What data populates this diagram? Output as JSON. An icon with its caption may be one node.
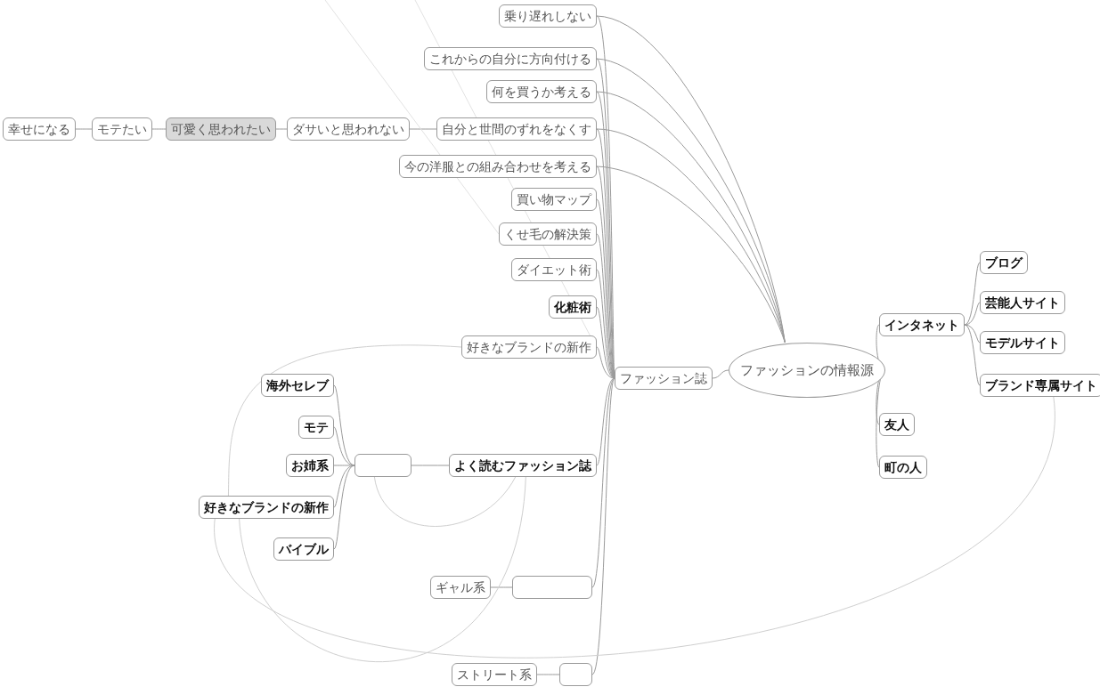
{
  "diagram": {
    "nodes": [
      {
        "text": [
          "ファッションの情報源"
        ]
      },
      {
        "text": [
          "ファッション誌"
        ]
      },
      {
        "text": [
          "乗り遅れしない"
        ]
      },
      {
        "text": [
          "これからの自分に方向付ける"
        ]
      },
      {
        "text": [
          "何を買うか考える"
        ]
      },
      {
        "text": [
          "自分と世間のずれをなくす"
        ]
      },
      {
        "text": [
          "今の洋服との組み合わせを考える"
        ]
      },
      {
        "text": [
          "買い物マップ"
        ]
      },
      {
        "text": [
          "くせ毛の解決策"
        ]
      },
      {
        "text": [
          "ダイエット術"
        ]
      },
      {
        "text": [
          "化粧術"
        ]
      },
      {
        "text": [
          "好きなブランドの新作"
        ]
      },
      {
        "text": [
          "よく読むファッション誌"
        ]
      },
      {
        "text": [],
        "shape": "box"
      },
      {
        "text": [
          "海外セレブ"
        ]
      },
      {
        "text": [
          "モテ"
        ]
      },
      {
        "text": [
          "お姉系"
        ]
      },
      {
        "text": [
          "好きなブランドの新作"
        ]
      },
      {
        "text": [
          "バイブル"
        ]
      },
      {
        "text": [],
        "shape": "box"
      },
      {
        "text": [
          "ギャル系"
        ]
      },
      {
        "text": [],
        "shape": "box"
      },
      {
        "text": [
          "ストリート系"
        ]
      },
      {
        "text": [
          "ダサいと思われない"
        ]
      },
      {
        "text": [
          "可愛く思われたい"
        ]
      },
      {
        "text": [
          "モテたい"
        ]
      },
      {
        "text": [
          "幸せになる"
        ]
      },
      {
        "text": [
          "インタネット"
        ]
      },
      {
        "text": [
          "ブログ"
        ]
      },
      {
        "text": [
          "芸能人サイト"
        ]
      },
      {
        "text": [
          "モデルサイト"
        ]
      },
      {
        "text": [
          "ブランド専属サイト"
        ]
      },
      {
        "text": [
          "友人"
        ]
      },
      {
        "text": [
          "町の人"
        ]
      }
    ],
    "edges": [
      {
        "from": 0,
        "to": 1,
        "arrow": "none"
      },
      {
        "from": 0,
        "to": 27,
        "arrow": "none"
      },
      {
        "from": 0,
        "to": 32,
        "arrow": "none"
      },
      {
        "from": 0,
        "to": 33,
        "arrow": "none"
      },
      {
        "from": 27,
        "to": 28,
        "arrow": "none"
      },
      {
        "from": 27,
        "to": 29,
        "arrow": "none"
      },
      {
        "from": 27,
        "to": 30,
        "arrow": "none"
      },
      {
        "from": 27,
        "to": 31,
        "arrow": "none"
      },
      {
        "from": 1,
        "to": 2,
        "arrow": "none"
      },
      {
        "from": 1,
        "to": 3,
        "arrow": "none"
      },
      {
        "from": 1,
        "to": 4,
        "arrow": "none"
      },
      {
        "from": 1,
        "to": 5,
        "arrow": "none"
      },
      {
        "from": 1,
        "to": 6,
        "arrow": "none"
      },
      {
        "from": 1,
        "to": 7,
        "arrow": "none"
      },
      {
        "from": 1,
        "to": 8,
        "arrow": "none"
      },
      {
        "from": 1,
        "to": 9,
        "arrow": "none"
      },
      {
        "from": 1,
        "to": 10,
        "arrow": "none"
      },
      {
        "from": 1,
        "to": 11,
        "arrow": "none"
      },
      {
        "from": 1,
        "to": 12,
        "arrow": "none"
      },
      {
        "from": 1,
        "to": 19,
        "arrow": "none"
      },
      {
        "from": 1,
        "to": 21,
        "arrow": "none"
      },
      {
        "from": 0,
        "to": 2,
        "arrow": "none"
      },
      {
        "from": 0,
        "to": 3,
        "arrow": "none"
      },
      {
        "from": 0,
        "to": 4,
        "arrow": "none"
      },
      {
        "from": 0,
        "to": 5,
        "arrow": "none"
      },
      {
        "from": 0,
        "to": 6,
        "arrow": "none"
      },
      {
        "from": 12,
        "to": 13,
        "arrow": "none"
      },
      {
        "from": 13,
        "to": 14,
        "arrow": "none"
      },
      {
        "from": 13,
        "to": 15,
        "arrow": "none"
      },
      {
        "from": 13,
        "to": 16,
        "arrow": "none"
      },
      {
        "from": 13,
        "to": 17,
        "arrow": "none"
      },
      {
        "from": 13,
        "to": 18,
        "arrow": "none"
      },
      {
        "from": 19,
        "to": 20,
        "arrow": "none"
      },
      {
        "from": 21,
        "to": 22,
        "arrow": "none"
      },
      {
        "from": 5,
        "to": 23,
        "arrow": "none"
      },
      {
        "from": 23,
        "to": 24,
        "arrow": "none"
      },
      {
        "from": 24,
        "to": 25,
        "arrow": "none"
      },
      {
        "from": 25,
        "to": 26,
        "arrow": "none"
      },
      {
        "from": 11,
        "to": 17,
        "arrow": "none",
        "color": "#cfcfcf"
      },
      {
        "from": 13,
        "to": 12,
        "arrow": "none",
        "color": "#cfcfcf"
      },
      {
        "from": 12,
        "to": 17,
        "arrow": "none",
        "color": "#cfcfcf"
      },
      {
        "from": 31,
        "to": 17,
        "arrow": "none",
        "color": "#cfcfcf"
      },
      {
        "from": null,
        "to": 8,
        "arrow": "none",
        "color": "#e2e2e2"
      },
      {
        "from": null,
        "to": 11,
        "arrow": "none",
        "color": "#e2e2e2"
      }
    ]
  }
}
